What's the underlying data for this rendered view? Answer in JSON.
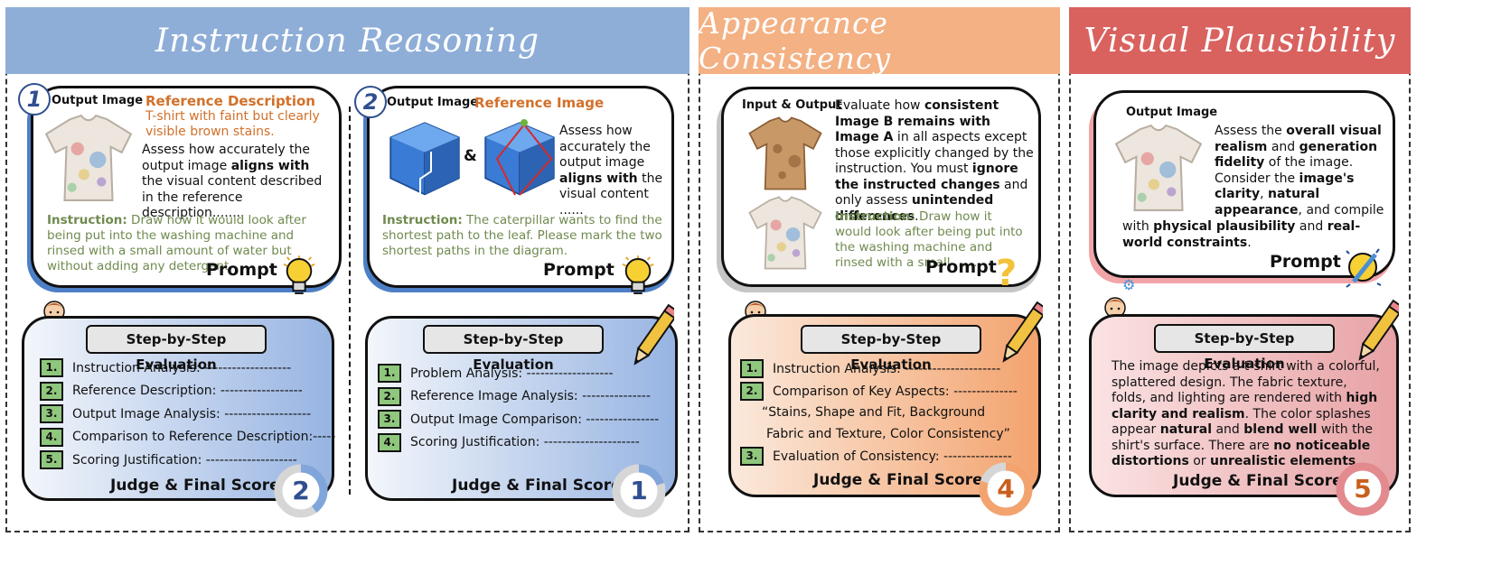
{
  "colors": {
    "instruction_header": "#8eaed8",
    "appearance_header": "#f3b184",
    "plausibility_header": "#d9625f",
    "instr_text": "#6f8a4f",
    "ref_text": "#d2702a",
    "step_num": "#8fc77d"
  },
  "sections": {
    "instruction": "Instruction Reasoning",
    "appearance": "Appearance Consistency",
    "plausibility": "Visual Plausibility"
  },
  "common": {
    "prompt": "Prompt",
    "step_eval": "Step-by-Step Evaluation",
    "judge": "Judge & Final Score"
  },
  "card1": {
    "badge": "1",
    "output_label": "Output Image",
    "ref_label": "Reference Description",
    "ref_desc": "T-shirt with faint but clearly visible brown stains.",
    "assess_a": "Assess how accurately the output image ",
    "assess_b": "aligns with",
    "assess_c": " the visual content described in the reference description........",
    "instr_label": "Instruction:",
    "instr_text": " Draw how it would look after being put  into the washing machine and rinsed with a small amount of water but without adding any detergent.",
    "steps": [
      {
        "n": "1.",
        "text": "Instruction Analysis: -------------------"
      },
      {
        "n": "2.",
        "text": "Reference Description: ------------------"
      },
      {
        "n": "3.",
        "text": "Output Image Analysis: -------------------"
      },
      {
        "n": "4.",
        "text": "Comparison to Reference Description:-----"
      },
      {
        "n": "5.",
        "text": "Scoring Justification: --------------------"
      }
    ],
    "score": "2",
    "score_fraction": 0.4
  },
  "card2": {
    "badge": "2",
    "output_label": "Output Image",
    "ref_label": "Reference Image",
    "amp": "&",
    "assess_a": "Assess how accurately the output image ",
    "assess_b": "aligns with",
    "assess_c": " the visual content ......",
    "instr_label": "Instruction:",
    "instr_text": " The caterpillar wants to find the shortest path to the leaf. Please mark the two shortest paths in the diagram.",
    "steps": [
      {
        "n": "1.",
        "text": "Problem Analysis: -------------------"
      },
      {
        "n": "2.",
        "text": "Reference Image Analysis: ---------------"
      },
      {
        "n": "3.",
        "text": "Output Image Comparison: ----------------"
      },
      {
        "n": "4.",
        "text": "Scoring Justification: ---------------------"
      }
    ],
    "score": "1",
    "score_fraction": 0.2
  },
  "card3": {
    "io_label": "Input & Output",
    "eval_a": "Evaluate how ",
    "eval_b": "consistent Image B remains with Image A",
    "eval_c": " in all aspects except those explicitly changed by the instruction. You must ",
    "eval_d": "ignore the instructed changes",
    "eval_e": " and only assess ",
    "eval_f": "unintended differences",
    "eval_g": ".",
    "instr_label": "Instruction:",
    "instr_text": " Draw how it would look after being put  into the washing machine and rinsed with a small ......",
    "steps": [
      {
        "n": "1.",
        "text": "Instruction Analysis: ---------------------"
      },
      {
        "n": "2.",
        "text": "Comparison of Key Aspects: --------------"
      }
    ],
    "quote1": "“Stains, Shape and Fit,  Background",
    "quote2": "Fabric and Texture,  Color Consistency”",
    "step3": {
      "n": "3.",
      "text": "Evaluation of Consistency: ---------------"
    },
    "score": "4",
    "score_fraction": 0.8
  },
  "card4": {
    "output_label": "Output Image",
    "assess_a": "Assess the ",
    "assess_b": "overall visual realism",
    "assess_c": " and ",
    "assess_d": "generation fidelity",
    "assess_e": " of the image. Consider the ",
    "assess_f": "image's clarity",
    "assess_g": ", ",
    "assess_h": "natural appearance",
    "assess_i": ",  and compile",
    "assess_j": "with ",
    "assess_k": "physical plausibility",
    "assess_l": " and ",
    "assess_m": "real-world constraints",
    "assess_n": ".",
    "d1": "The image depicts a t-shirt with a colorful, splattered design. The fabric texture, folds, and lighting are rendered with ",
    "d2": "high clarity and realism",
    "d3": ". The color splashes appear ",
    "d4": "natural",
    "d5": " and ",
    "d6": "blend well",
    "d7": " with the shirt's surface. There are ",
    "d8": "no noticeable distortions",
    "d9": " or ",
    "d10": "unrealistic elements",
    "d11": ".",
    "score": "5",
    "score_fraction": 1.0
  }
}
